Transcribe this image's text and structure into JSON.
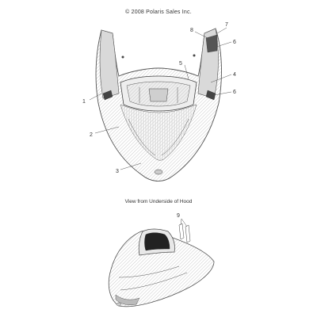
{
  "copyright": "© 2008 Polaris Sales Inc.",
  "view_label": "View from Underside of Hood",
  "callouts": {
    "c1": "1",
    "c2": "2",
    "c3": "3",
    "c4": "4",
    "c5": "5",
    "c6a": "6",
    "c6b": "6",
    "c7": "7",
    "c8": "8",
    "c9": "9"
  }
}
